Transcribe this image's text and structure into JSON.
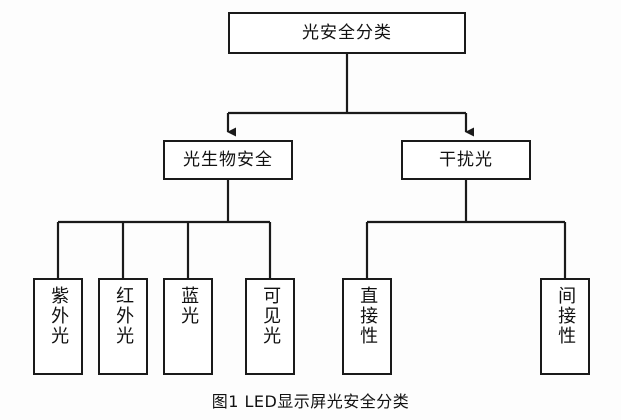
{
  "figure": {
    "caption": "图1  LED显示屏光安全分类",
    "background_color": "#fdfdfd",
    "line_color": "#1a1a1a",
    "text_color": "#111111"
  },
  "diagram": {
    "type": "tree",
    "orientation": "top-down",
    "root": {
      "id": "root",
      "label": "光安全分类",
      "text_direction": "horizontal"
    },
    "level2": [
      {
        "id": "photobiological-safety",
        "label": "光生物安全",
        "text_direction": "horizontal"
      },
      {
        "id": "obtrusive-light",
        "label": "干扰光",
        "text_direction": "horizontal"
      }
    ],
    "level3_left": [
      {
        "id": "ultraviolet-light",
        "label": "紫外光",
        "text_direction": "vertical"
      },
      {
        "id": "infrared-light",
        "label": "红外光",
        "text_direction": "vertical"
      },
      {
        "id": "blue-light",
        "label": "蓝光",
        "text_direction": "vertical"
      },
      {
        "id": "visible-light",
        "label": "可见光",
        "text_direction": "vertical"
      }
    ],
    "level3_right": [
      {
        "id": "directness",
        "label": "直接性",
        "text_direction": "vertical"
      },
      {
        "id": "indirectness",
        "label": "间接性",
        "text_direction": "vertical"
      }
    ]
  }
}
